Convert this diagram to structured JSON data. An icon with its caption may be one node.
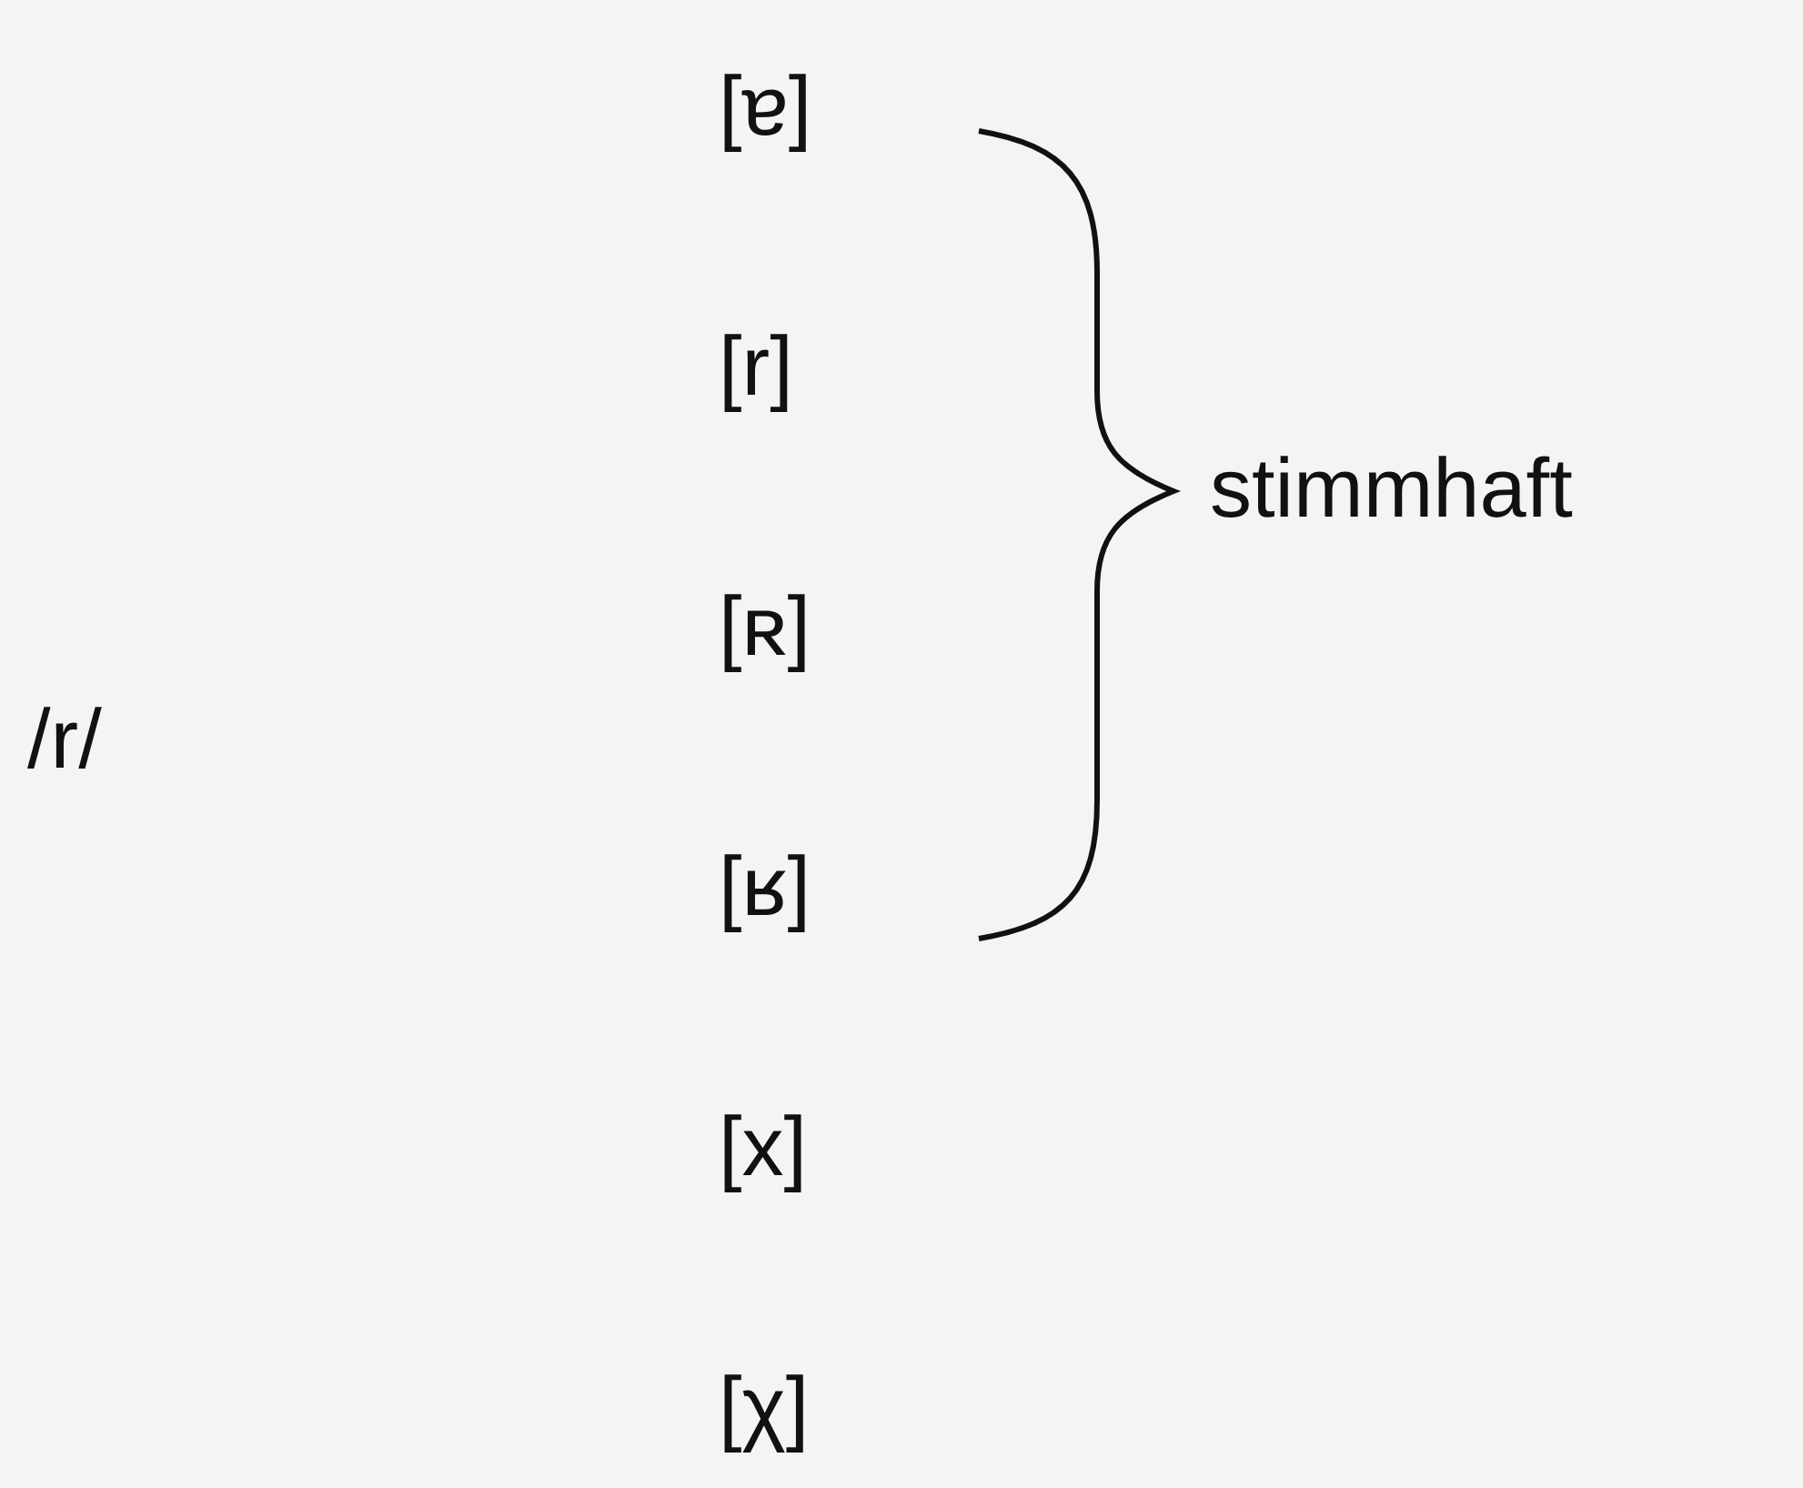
{
  "diagram": {
    "labels": [
      "/r/",
      "[ɐ]",
      "[r]",
      "[ʀ]",
      "[ʁ]",
      "[x]",
      "[χ]",
      "stimmhaft"
    ]
  }
}
